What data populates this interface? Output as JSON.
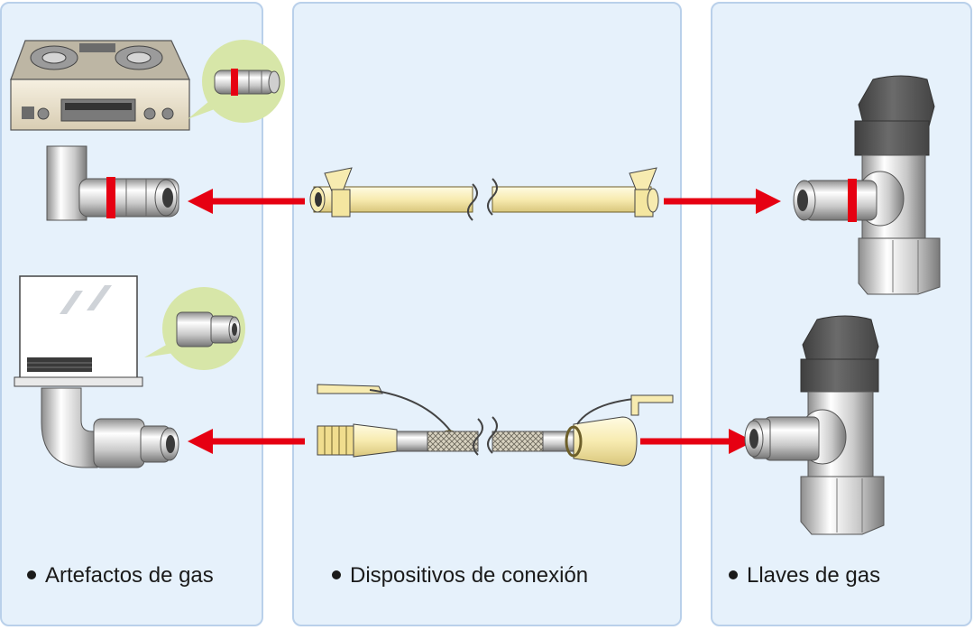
{
  "columns": [
    {
      "id": "appliances",
      "label": "Artefactos de gas"
    },
    {
      "id": "connectors",
      "label": "Dispositivos de conexión"
    },
    {
      "id": "valves",
      "label": "Llaves de gas"
    }
  ],
  "colors": {
    "panel_fill": "#e6f1fb",
    "panel_border": "#b9d0ea",
    "arrow": "#e60012",
    "hose": "#f8ecb6",
    "callout": "#d7e6a8",
    "valve_cap": "#5a5a5a"
  },
  "icons": [
    "gas-stove-icon",
    "plug-socket-callout-icon",
    "elbow-plug-fitting-icon",
    "water-heater-icon",
    "socket-callout-icon",
    "elbow-socket-fitting-icon",
    "rubber-hose-icon",
    "braided-hose-icon",
    "angle-valve-plug-icon",
    "angle-valve-socket-icon",
    "arrow-icon"
  ]
}
